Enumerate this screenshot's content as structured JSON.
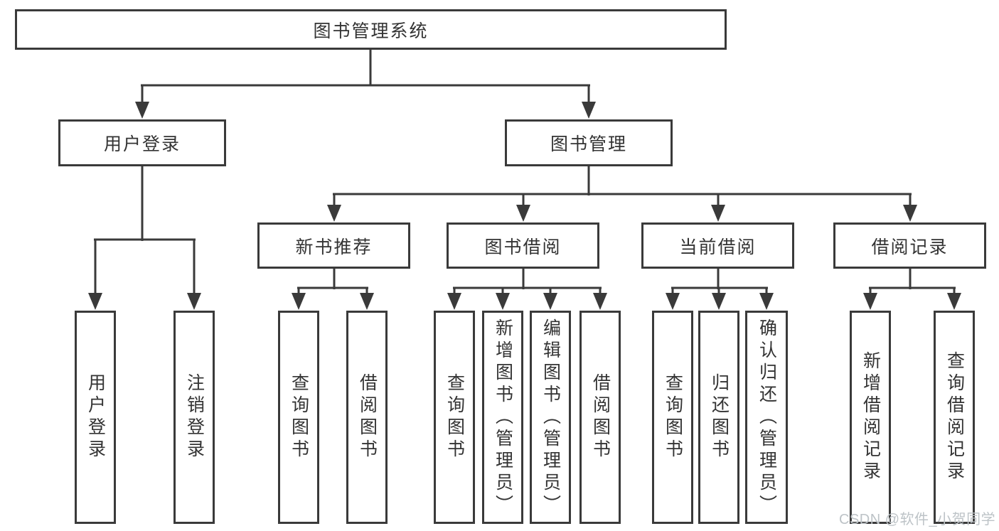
{
  "diagram": {
    "root": "图书管理系统",
    "level2": [
      "用户登录",
      "图书管理"
    ],
    "level3": [
      "新书推荐",
      "图书借阅",
      "当前借阅",
      "借阅记录"
    ],
    "leaves": {
      "login": [
        "用户登录",
        "注销登录"
      ],
      "newbook": [
        "查询图书",
        "借阅图书"
      ],
      "borrow": [
        "查询图书",
        "新增图书（管理员）",
        "编辑图书（管理员）",
        "借阅图书"
      ],
      "current": [
        "查询图书",
        "归还图书",
        "确认归还（管理员）"
      ],
      "records": [
        "新增借阅记录",
        "查询借阅记录"
      ]
    }
  },
  "watermark": "CSDN @软件_小贺同学",
  "colors": {
    "line": "#3a3a3a",
    "text": "#333333",
    "watermark": "#bdc3c7",
    "background": "#ffffff"
  }
}
